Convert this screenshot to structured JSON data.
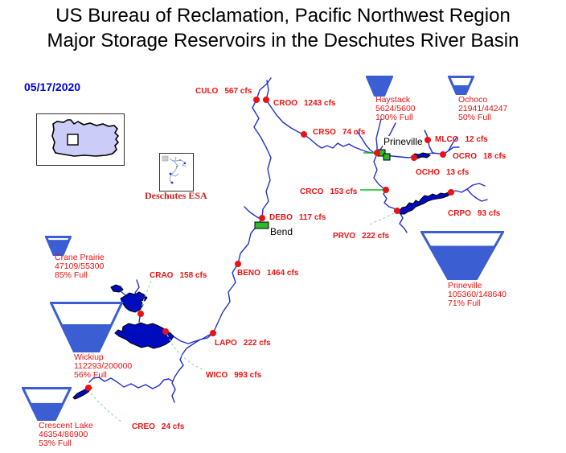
{
  "title": {
    "line1": "US Bureau of Reclamation, Pacific Northwest Region",
    "line2": "Major Storage Reservoirs in the Deschutes River Basin"
  },
  "date": "05/17/2020",
  "inset": {
    "esa_label": "Deschutes ESA"
  },
  "cities": [
    {
      "name": "Prineville"
    },
    {
      "name": "Bend"
    }
  ],
  "stations": [
    {
      "code": "CULO",
      "flow": "567 cfs"
    },
    {
      "code": "CROO",
      "flow": "1243 cfs"
    },
    {
      "code": "CRSO",
      "flow": "74 cfs"
    },
    {
      "code": "MLCO",
      "flow": "12 cfs"
    },
    {
      "code": "OCRO",
      "flow": "18 cfs"
    },
    {
      "code": "OCHO",
      "flow": "13 cfs"
    },
    {
      "code": "CRCO",
      "flow": "153 cfs"
    },
    {
      "code": "CRPO",
      "flow": "93 cfs"
    },
    {
      "code": "PRVO",
      "flow": "222 cfs"
    },
    {
      "code": "DEBO",
      "flow": "117 cfs"
    },
    {
      "code": "BENO",
      "flow": "1464 cfs"
    },
    {
      "code": "CRAO",
      "flow": "158 cfs"
    },
    {
      "code": "LAPO",
      "flow": "222 cfs"
    },
    {
      "code": "WICO",
      "flow": "993 cfs"
    },
    {
      "code": "CREO",
      "flow": "24 cfs"
    }
  ],
  "reservoirs": [
    {
      "name": "Haystack",
      "storage": "5624/5600",
      "percent_label": "100% Full",
      "percent": 100
    },
    {
      "name": "Ochoco",
      "storage": "21941/44247",
      "percent_label": "50% Full",
      "percent": 50
    },
    {
      "name": "Crane Prairie",
      "storage": "47109/55300",
      "percent_label": "85% Full",
      "percent": 85
    },
    {
      "name": "Wickiup",
      "storage": "112293/200000",
      "percent_label": "56% Full",
      "percent": 56
    },
    {
      "name": "Crescent Lake",
      "storage": "46354/86900",
      "percent_label": "53% Full",
      "percent": 53
    },
    {
      "name": "Prineville",
      "storage": "105360/148640",
      "percent_label": "71% Full",
      "percent": 71
    }
  ],
  "colors": {
    "funnel": "#3b5ed2",
    "river": "#2330cf",
    "lake": "#000bbe",
    "red": "#ee1111",
    "green": "#00c020",
    "leader": "#a5d8a5",
    "date_blue": "#0000dd",
    "oregon_fill": "#ccccf8",
    "esa_red": "#cc2222",
    "city_green": "#2db92d"
  }
}
